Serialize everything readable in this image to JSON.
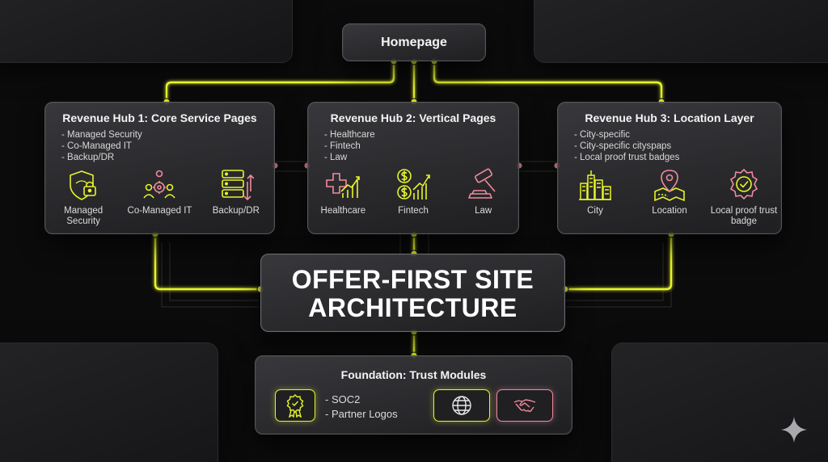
{
  "colors": {
    "accent": "#e7f52a",
    "connector_pink": "#f08b9c",
    "panel_bg": "#2c2c2f",
    "background": "#0b0b0c"
  },
  "homepage": {
    "title": "Homepage"
  },
  "hubs": [
    {
      "title": "Revenue Hub 1: Core Service Pages",
      "items": [
        "Managed Security",
        "Co-Managed IT",
        "Backup/DR"
      ],
      "icons": [
        {
          "icon": "shield-lock-icon",
          "label": "Managed Security"
        },
        {
          "icon": "team-gear-icon",
          "label": "Co-Managed IT"
        },
        {
          "icon": "server-backup-icon",
          "label": "Backup/DR"
        }
      ]
    },
    {
      "title": "Revenue Hub 2: Vertical Pages",
      "items": [
        "Healthcare",
        "Fintech",
        "Law"
      ],
      "icons": [
        {
          "icon": "medical-cross-chart-icon",
          "label": "Healthcare"
        },
        {
          "icon": "dollar-growth-icon",
          "label": "Fintech"
        },
        {
          "icon": "gavel-icon",
          "label": "Law"
        }
      ]
    },
    {
      "title": "Revenue Hub 3: Location Layer",
      "items": [
        "City-specific",
        "City-specific cityspaps",
        "Local proof trust badges"
      ],
      "icons": [
        {
          "icon": "city-skyline-icon",
          "label": "City"
        },
        {
          "icon": "map-pin-icon",
          "label": "Location"
        },
        {
          "icon": "trust-badge-icon",
          "label": "Local proof trust badge"
        }
      ]
    }
  ],
  "core": {
    "line1": "OFFER-FIRST SITE",
    "line2": "ARCHITECTURE"
  },
  "foundation": {
    "title": "Foundation: Trust Modules",
    "items": [
      "SOC2",
      "Partner Logos"
    ],
    "icons": [
      "award-ribbon-icon",
      "globe-icon",
      "handshake-icon"
    ]
  },
  "corner_icon": "sparkle-icon"
}
